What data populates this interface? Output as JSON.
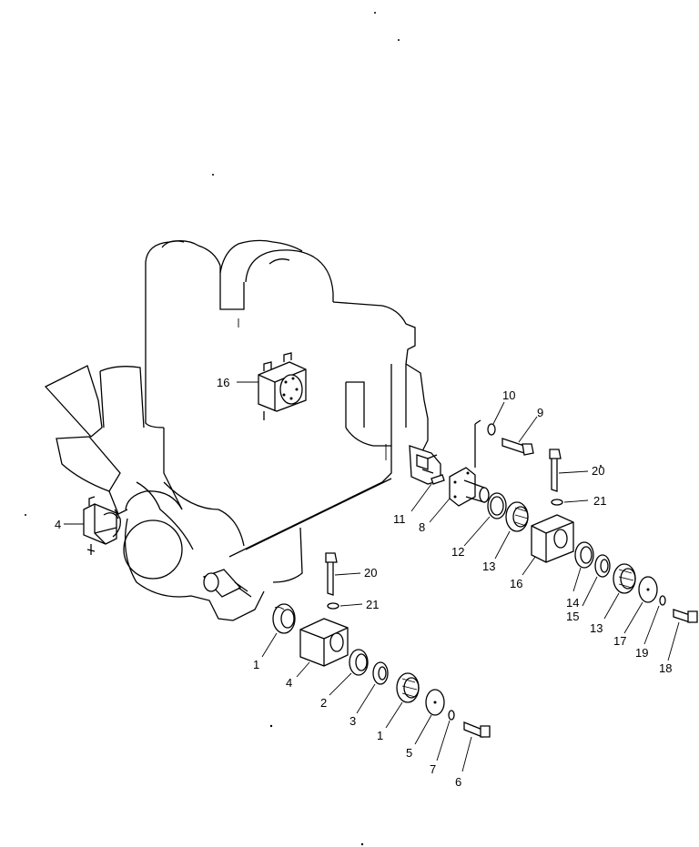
{
  "callouts": [
    {
      "id": "16a",
      "text": "16"
    },
    {
      "id": "4a",
      "text": "4"
    },
    {
      "id": "10",
      "text": "10"
    },
    {
      "id": "9",
      "text": "9"
    },
    {
      "id": "20a",
      "text": "20"
    },
    {
      "id": "21a",
      "text": "21"
    },
    {
      "id": "11",
      "text": "11"
    },
    {
      "id": "8",
      "text": "8"
    },
    {
      "id": "12",
      "text": "12"
    },
    {
      "id": "13a",
      "text": "13"
    },
    {
      "id": "16b",
      "text": "16"
    },
    {
      "id": "14",
      "text": "14"
    },
    {
      "id": "15",
      "text": "15"
    },
    {
      "id": "13b",
      "text": "13"
    },
    {
      "id": "17",
      "text": "17"
    },
    {
      "id": "19",
      "text": "19"
    },
    {
      "id": "18",
      "text": "18"
    },
    {
      "id": "20b",
      "text": "20"
    },
    {
      "id": "21b",
      "text": "21"
    },
    {
      "id": "1a",
      "text": "1"
    },
    {
      "id": "4b",
      "text": "4"
    },
    {
      "id": "2",
      "text": "2"
    },
    {
      "id": "3",
      "text": "3"
    },
    {
      "id": "1b",
      "text": "1"
    },
    {
      "id": "5",
      "text": "5"
    },
    {
      "id": "7",
      "text": "7"
    },
    {
      "id": "6",
      "text": "6"
    }
  ]
}
